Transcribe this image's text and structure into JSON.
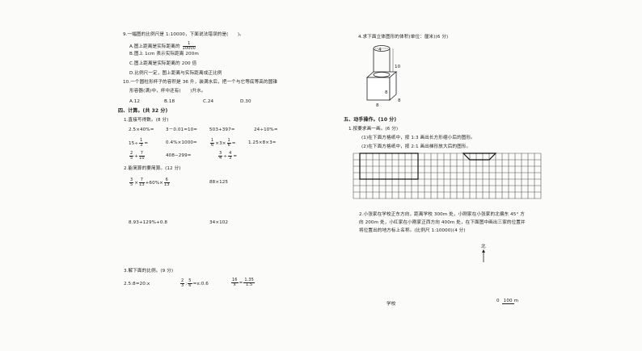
{
  "left": {
    "q9": {
      "stem": "9.一幅图的比例尺是 1:10000，下面说法错误的是(　　)。",
      "A_text": "A.图上距离是实际距离的",
      "A_frac": [
        "1",
        "10000"
      ],
      "B": "B.图上 1cm 表示实际距离 200m",
      "C": "C.图上距离是实际距离的 200 倍",
      "D": "D.比例尺一定，图上距离与实际距离成正比例"
    },
    "q10": {
      "stem": "10.一个圆柱形杯子的容积是 36 升，装满水后，把一个与它等底等高的圆锥",
      "stem2": "形容器(满)中，杯中还有(　　)升水。",
      "options": [
        "A.12",
        "B.18",
        "C.24",
        "D.30"
      ]
    },
    "sec4": "四、计算。(共 32 分)",
    "s1": {
      "title": "1.直接写得数。(8 分)",
      "r1": [
        "2.5×40%=",
        "3－0.01=10=",
        "503+397=",
        "24÷10%="
      ],
      "r2a": "15÷",
      "r2a_f": [
        "1",
        "3"
      ],
      "r2a_end": "=",
      "r2b": "0.4%×1000=",
      "r2c_f1": [
        "1",
        "6"
      ],
      "r2c_mid": "×3×",
      "r2c_f2": [
        "1",
        "6"
      ],
      "r2c_end": "=",
      "r2d": "1.25×8×3=",
      "r3a_f1": [
        "2",
        "5"
      ],
      "r3a_mid": "+",
      "r3a_f2": [
        "7",
        "10"
      ],
      "r3b": "408−299=",
      "r3c_f1": [
        "3",
        "4"
      ],
      "r3c_mid": "÷",
      "r3c_f2": [
        "4",
        "3"
      ],
      "r3c_end": "="
    },
    "s2": {
      "title": "2.能简算的要简算。(12 分)",
      "e1_f1": [
        "3",
        "5"
      ],
      "e1_mid": "×",
      "e1_f2": [
        "7",
        "13"
      ],
      "e1_mid2": "+60%×",
      "e1_f3": [
        "6",
        "13"
      ],
      "e2": "88×125",
      "e3": "8.93+129%+0.8",
      "e4": "34×102"
    },
    "s3": {
      "title": "3.解下面的比例。(9 分)",
      "e1": "2.5:8=20:x",
      "e2_f1": [
        "2",
        "3"
      ],
      "e2_mid": ":",
      "e2_f2": [
        "5",
        "6"
      ],
      "e2_end": "=x:0.6",
      "e3_f1": [
        "16",
        "x"
      ],
      "e3_mid": "=",
      "e3_f2": [
        "1.35",
        "1.5"
      ]
    }
  },
  "right": {
    "q4": "4.求下面立体图形的体积(单位：厘米)(6 分)",
    "fig": {
      "d_label": "4",
      "h_label": "10",
      "cube_h": "8",
      "cube_w": "8",
      "cube_d": "8"
    },
    "sec5": "五、动手操作。(10 分)",
    "op1": {
      "title": "1.按要求画一画。(6 分)",
      "a": "(1)在下面方格纸中，按 1:3 画出长方形缩小后的图形。",
      "b": "(2)在下面方格纸中，按 2:1 画出梯形放大后的图形。"
    },
    "op2": {
      "l1": "2.小张家在学校正东方向，距离学校 300m 处，小刚家在小张家的北偏东 45° 方",
      "l2": "向 200m 处，小红家在小刚家正西方向 400m 处，在下面图中画出三家的位置并",
      "l3": "将位置出的地方标上名称。(比例尺 1:10000)(4 分)"
    },
    "north": "北",
    "school": "学校",
    "scale": {
      "zero": "0",
      "val": "100",
      "unit": "m"
    }
  }
}
